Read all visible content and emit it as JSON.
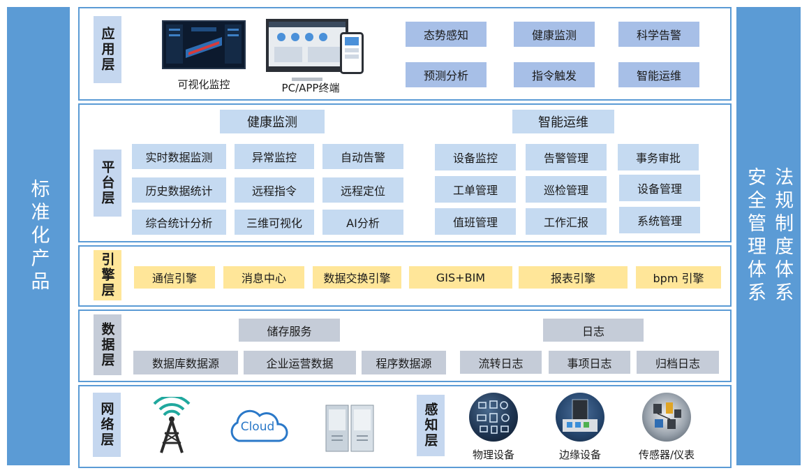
{
  "left_bar": {
    "text": "标准化产品"
  },
  "right_bar": {
    "col1": "安全管理体系",
    "col2": "法规制度体系"
  },
  "app_layer": {
    "label": "应用层",
    "captions": [
      "可视化监控",
      "PC/APP终端"
    ],
    "items": [
      "态势感知",
      "健康监测",
      "科学告警",
      "预测分析",
      "指令触发",
      "智能运维"
    ]
  },
  "platform_layer": {
    "label": "平台层",
    "groups": [
      {
        "title": "健康监测",
        "items": [
          "实时数据监测",
          "异常监控",
          "自动告警",
          "历史数据统计",
          "远程指令",
          "远程定位",
          "综合统计分析",
          "三维可视化",
          "AI分析"
        ]
      },
      {
        "title": "智能运维",
        "items": [
          "设备监控",
          "告警管理",
          "事务审批",
          "工单管理",
          "巡检管理",
          "设备管理",
          "值班管理",
          "工作汇报",
          "系统管理"
        ]
      }
    ]
  },
  "engine_layer": {
    "label": "引擎层",
    "items": [
      "通信引擎",
      "消息中心",
      "数据交换引擎",
      "GIS+BIM",
      "报表引擎",
      "bpm 引擎"
    ]
  },
  "data_layer": {
    "label": "数据层",
    "groups": [
      {
        "title": "储存服务",
        "items": [
          "数据库数据源",
          "企业运营数据",
          "程序数据源"
        ]
      },
      {
        "title": "日志",
        "items": [
          "流转日志",
          "事项日志",
          "归档日志"
        ]
      }
    ]
  },
  "network_layer": {
    "label": "网络层",
    "cloud_text": "Cloud"
  },
  "sense_layer": {
    "label": "感知层",
    "items": [
      "物理设备",
      "边缘设备",
      "传感器/仪表"
    ]
  }
}
